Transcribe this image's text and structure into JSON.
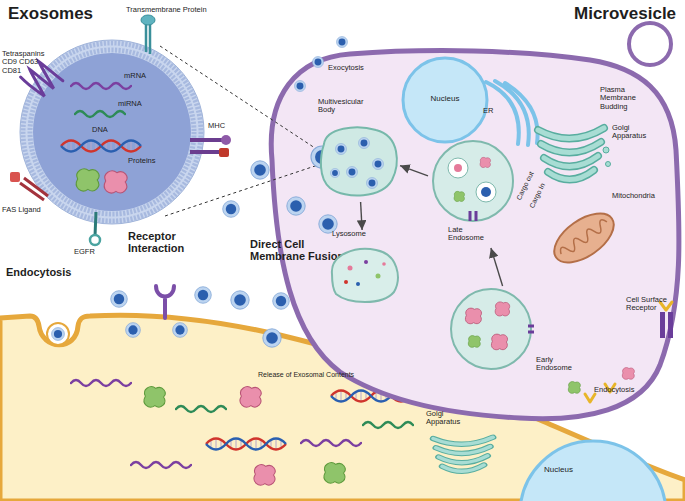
{
  "diagram": {
    "nodes": [
      {
        "text": [
          "Nucleus"
        ]
      },
      {
        "text": [
          "ER"
        ]
      },
      {
        "text": [
          "Golgi Apparatus"
        ]
      },
      {
        "text": [
          "Multivesicular Body"
        ]
      },
      {
        "text": [
          "Lysosome"
        ]
      },
      {
        "text": [
          "Late Endosome"
        ]
      },
      {
        "text": [
          "Mitochondria"
        ]
      },
      {
        "text": [
          "Early Endosome"
        ]
      },
      {
        "text": [
          "Golgi Apparatus"
        ]
      },
      {
        "text": [
          "Nucleus"
        ]
      }
    ],
    "edges": [
      {
        "from": 3,
        "to": 4,
        "arrow": "to"
      },
      {
        "from": 7,
        "to": 5,
        "arrow": "to"
      },
      {
        "from": 5,
        "to": 3,
        "arrow": "to"
      }
    ],
    "labels": [
      "Exosomes",
      "Microvesicle",
      "Tetraspanins CD9 CD63 CD81",
      "Transmembrane Protein",
      "mRNA",
      "miRNA",
      "DNA",
      "Proteins",
      "MHC",
      "FAS Ligand",
      "EGFR",
      "Exocytosis",
      "Plasma Membrane Budding",
      "Cargo out",
      "Cargo In",
      "Cell Surface Receptor",
      "Endocytosis",
      "Endocytosis",
      "Receptor Interaction",
      "Direct Cell Membrane Fusion",
      "Release of Exosomal Contents"
    ]
  }
}
